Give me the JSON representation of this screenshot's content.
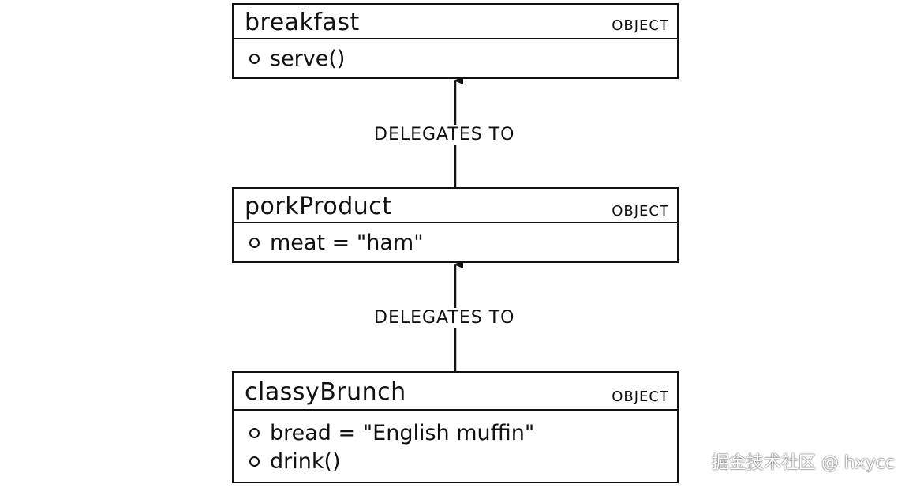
{
  "objects": {
    "breakfast": {
      "name": "breakfast",
      "type": "OBJECT",
      "properties": [
        "serve()"
      ]
    },
    "porkProduct": {
      "name": "porkProduct",
      "type": "OBJECT",
      "properties": [
        "meat = \"ham\""
      ]
    },
    "classyBrunch": {
      "name": "classyBrunch",
      "type": "OBJECT",
      "properties": [
        "bread = \"English muffin\"",
        "drink()"
      ]
    }
  },
  "edges": [
    {
      "from": "porkProduct",
      "to": "breakfast",
      "label": "DELEGATES TO"
    },
    {
      "from": "classyBrunch",
      "to": "porkProduct",
      "label": "DELEGATES TO"
    }
  ],
  "watermark": "掘金技术社区 @ hxycc",
  "colors": {
    "ink": "#111111",
    "background": "#ffffff"
  }
}
